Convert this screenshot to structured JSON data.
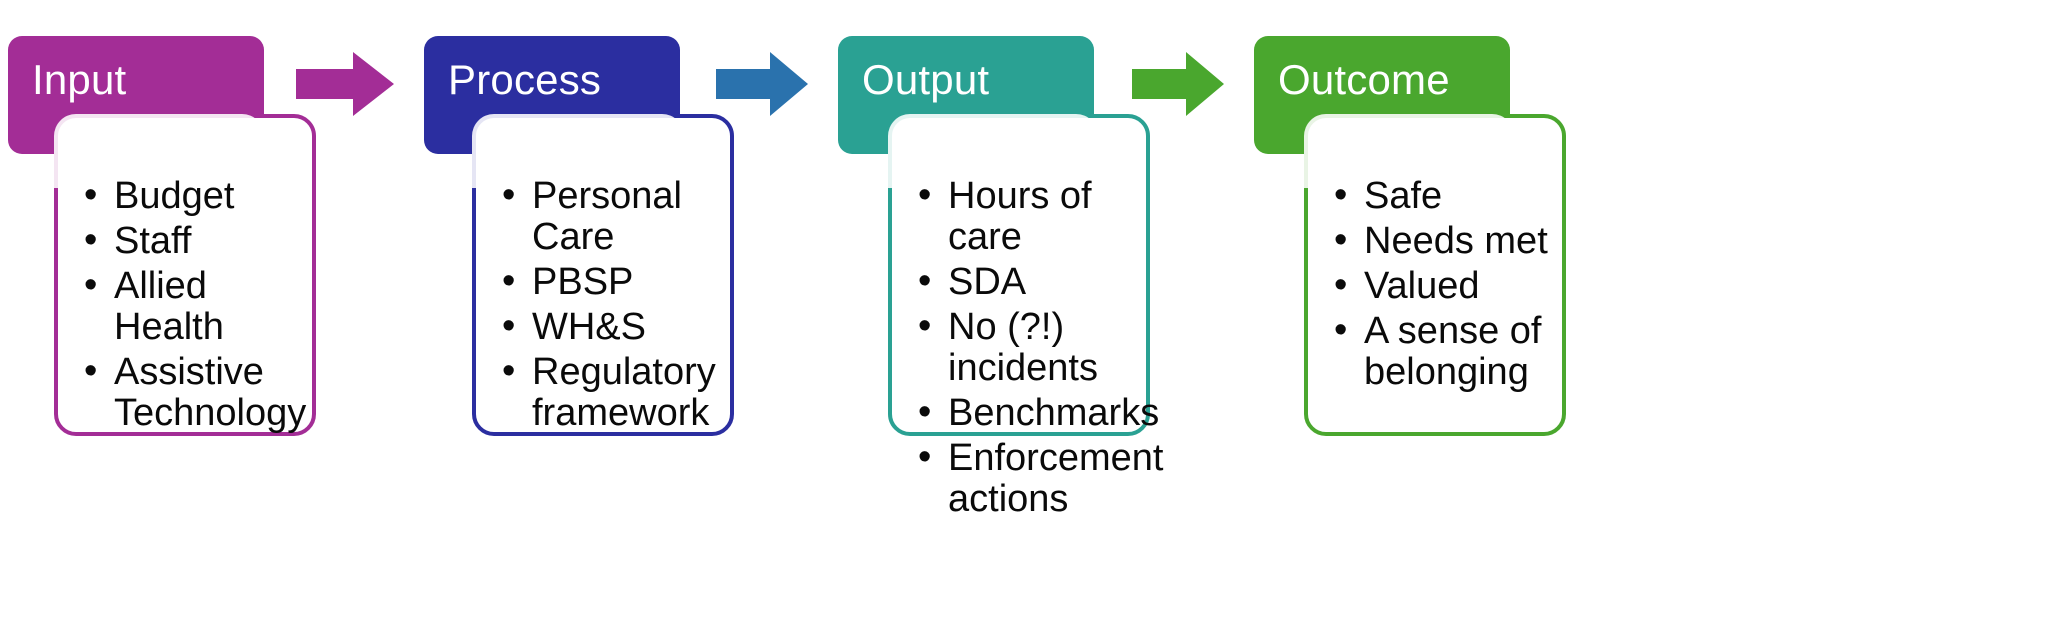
{
  "diagram": {
    "title": "Input Process Output Outcome flow",
    "background_color": "#FFFFFF",
    "stages": [
      {
        "key": "input",
        "label": "Input",
        "color": "#A32D96",
        "label_color": "#FFFFFF",
        "bullets": [
          "Budget",
          "Staff",
          "Allied Health",
          "Assistive Technology"
        ]
      },
      {
        "key": "process",
        "label": "Process",
        "color": "#2B2EA0",
        "label_color": "#FFFFFF",
        "bullets": [
          "Personal Care",
          "PBSP",
          "WH&S",
          "Regulatory framework"
        ]
      },
      {
        "key": "output",
        "label": "Output",
        "color": "#2AA193",
        "label_color": "#FFFFFF",
        "bullets": [
          "Hours of care",
          "SDA",
          "No (?!) incidents",
          "Benchmarks",
          "Enforcement actions"
        ]
      },
      {
        "key": "outcome",
        "label": "Outcome",
        "color": "#4AA72E",
        "label_color": "#FFFFFF",
        "bullets": [
          "Safe",
          "Needs met",
          "Valued",
          "A sense of belonging"
        ]
      }
    ],
    "arrows": [
      {
        "key": "input-to-process",
        "icon": "right-block-arrow",
        "color": "#A32D96"
      },
      {
        "key": "process-to-output",
        "icon": "right-block-arrow",
        "color": "#2A72AD"
      },
      {
        "key": "output-to-outcome",
        "icon": "right-block-arrow",
        "color": "#4AA72E"
      }
    ]
  }
}
